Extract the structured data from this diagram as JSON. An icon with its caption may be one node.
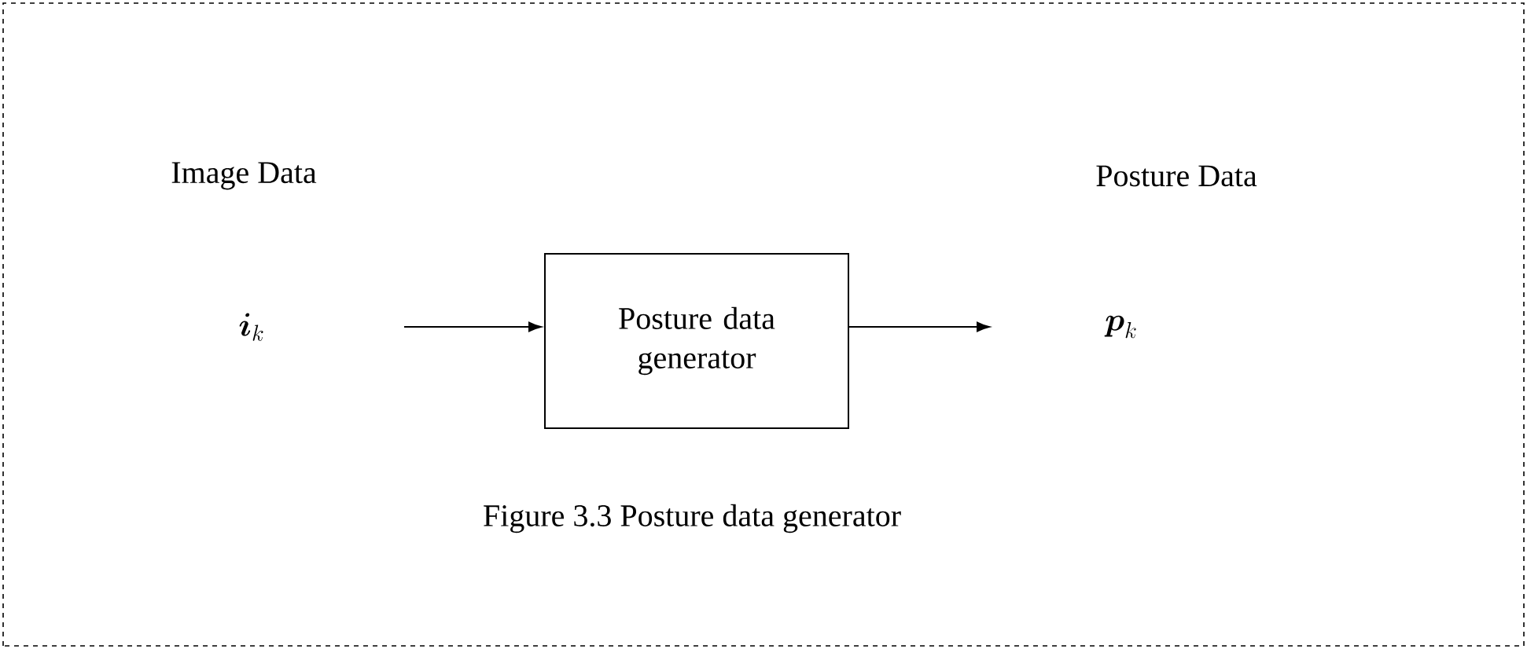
{
  "diagram": {
    "caption": "Figure 3.3 Posture data generator",
    "nodes": [
      {
        "text": [
          "\\boldsymbol{i}_{k}"
        ]
      },
      {
        "text": [
          "Posture data generator"
        ]
      },
      {
        "text": [
          "\\boldsymbol{p}_{k}"
        ]
      }
    ],
    "edges": [
      {
        "from": null,
        "to": 1,
        "arrow": "to"
      },
      {
        "from": 1,
        "to": null,
        "arrow": "to"
      }
    ],
    "labels": [
      "Image Data",
      "Posture Data"
    ]
  }
}
